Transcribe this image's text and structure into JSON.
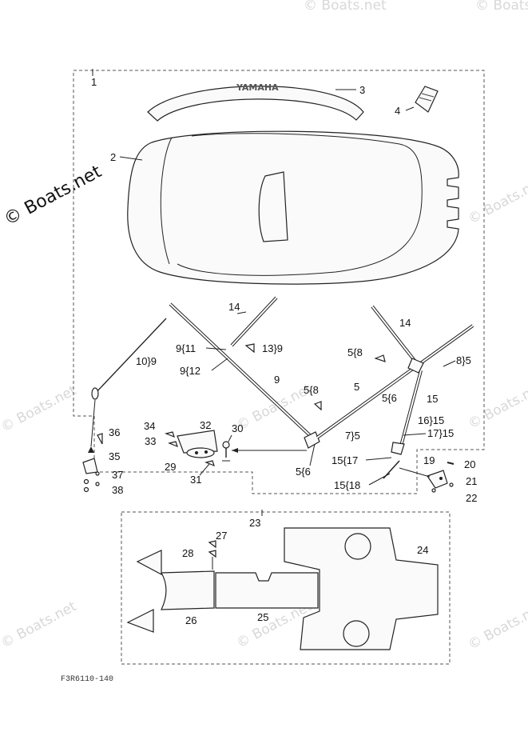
{
  "watermark": {
    "main": "© Boats.net",
    "faint": "© Boats.net"
  },
  "brand_logo": "YAMAHA",
  "diagram_code": "F3R6110-140",
  "callouts": {
    "c1": "1",
    "c2": "2",
    "c3": "3",
    "c4": "4",
    "c14a": "14",
    "c14b": "14",
    "c9_11": "9{11",
    "c13_9": "13}9",
    "c9_12": "9{12",
    "c10_9": "10}9",
    "c9": "9",
    "c5_8a": "5{8",
    "c5_8b": "5{8",
    "c8_5": "8}5",
    "c5": "5",
    "c5_6a": "5{6",
    "c15": "15",
    "c16_15": "16}15",
    "c7_5": "7}5",
    "c17_15": "17}15",
    "c15_17": "15{17",
    "c5_6b": "5{6",
    "c15_18": "15{18",
    "c19": "19",
    "c20": "20",
    "c21": "21",
    "c22": "22",
    "c30": "30",
    "c34": "34",
    "c32": "32",
    "c33": "33",
    "c29": "29",
    "c31": "31",
    "c36": "36",
    "c35": "35",
    "c37": "37",
    "c38": "38",
    "c23": "23",
    "c24": "24",
    "c25": "25",
    "c26": "26",
    "c27": "27",
    "c28": "28"
  }
}
